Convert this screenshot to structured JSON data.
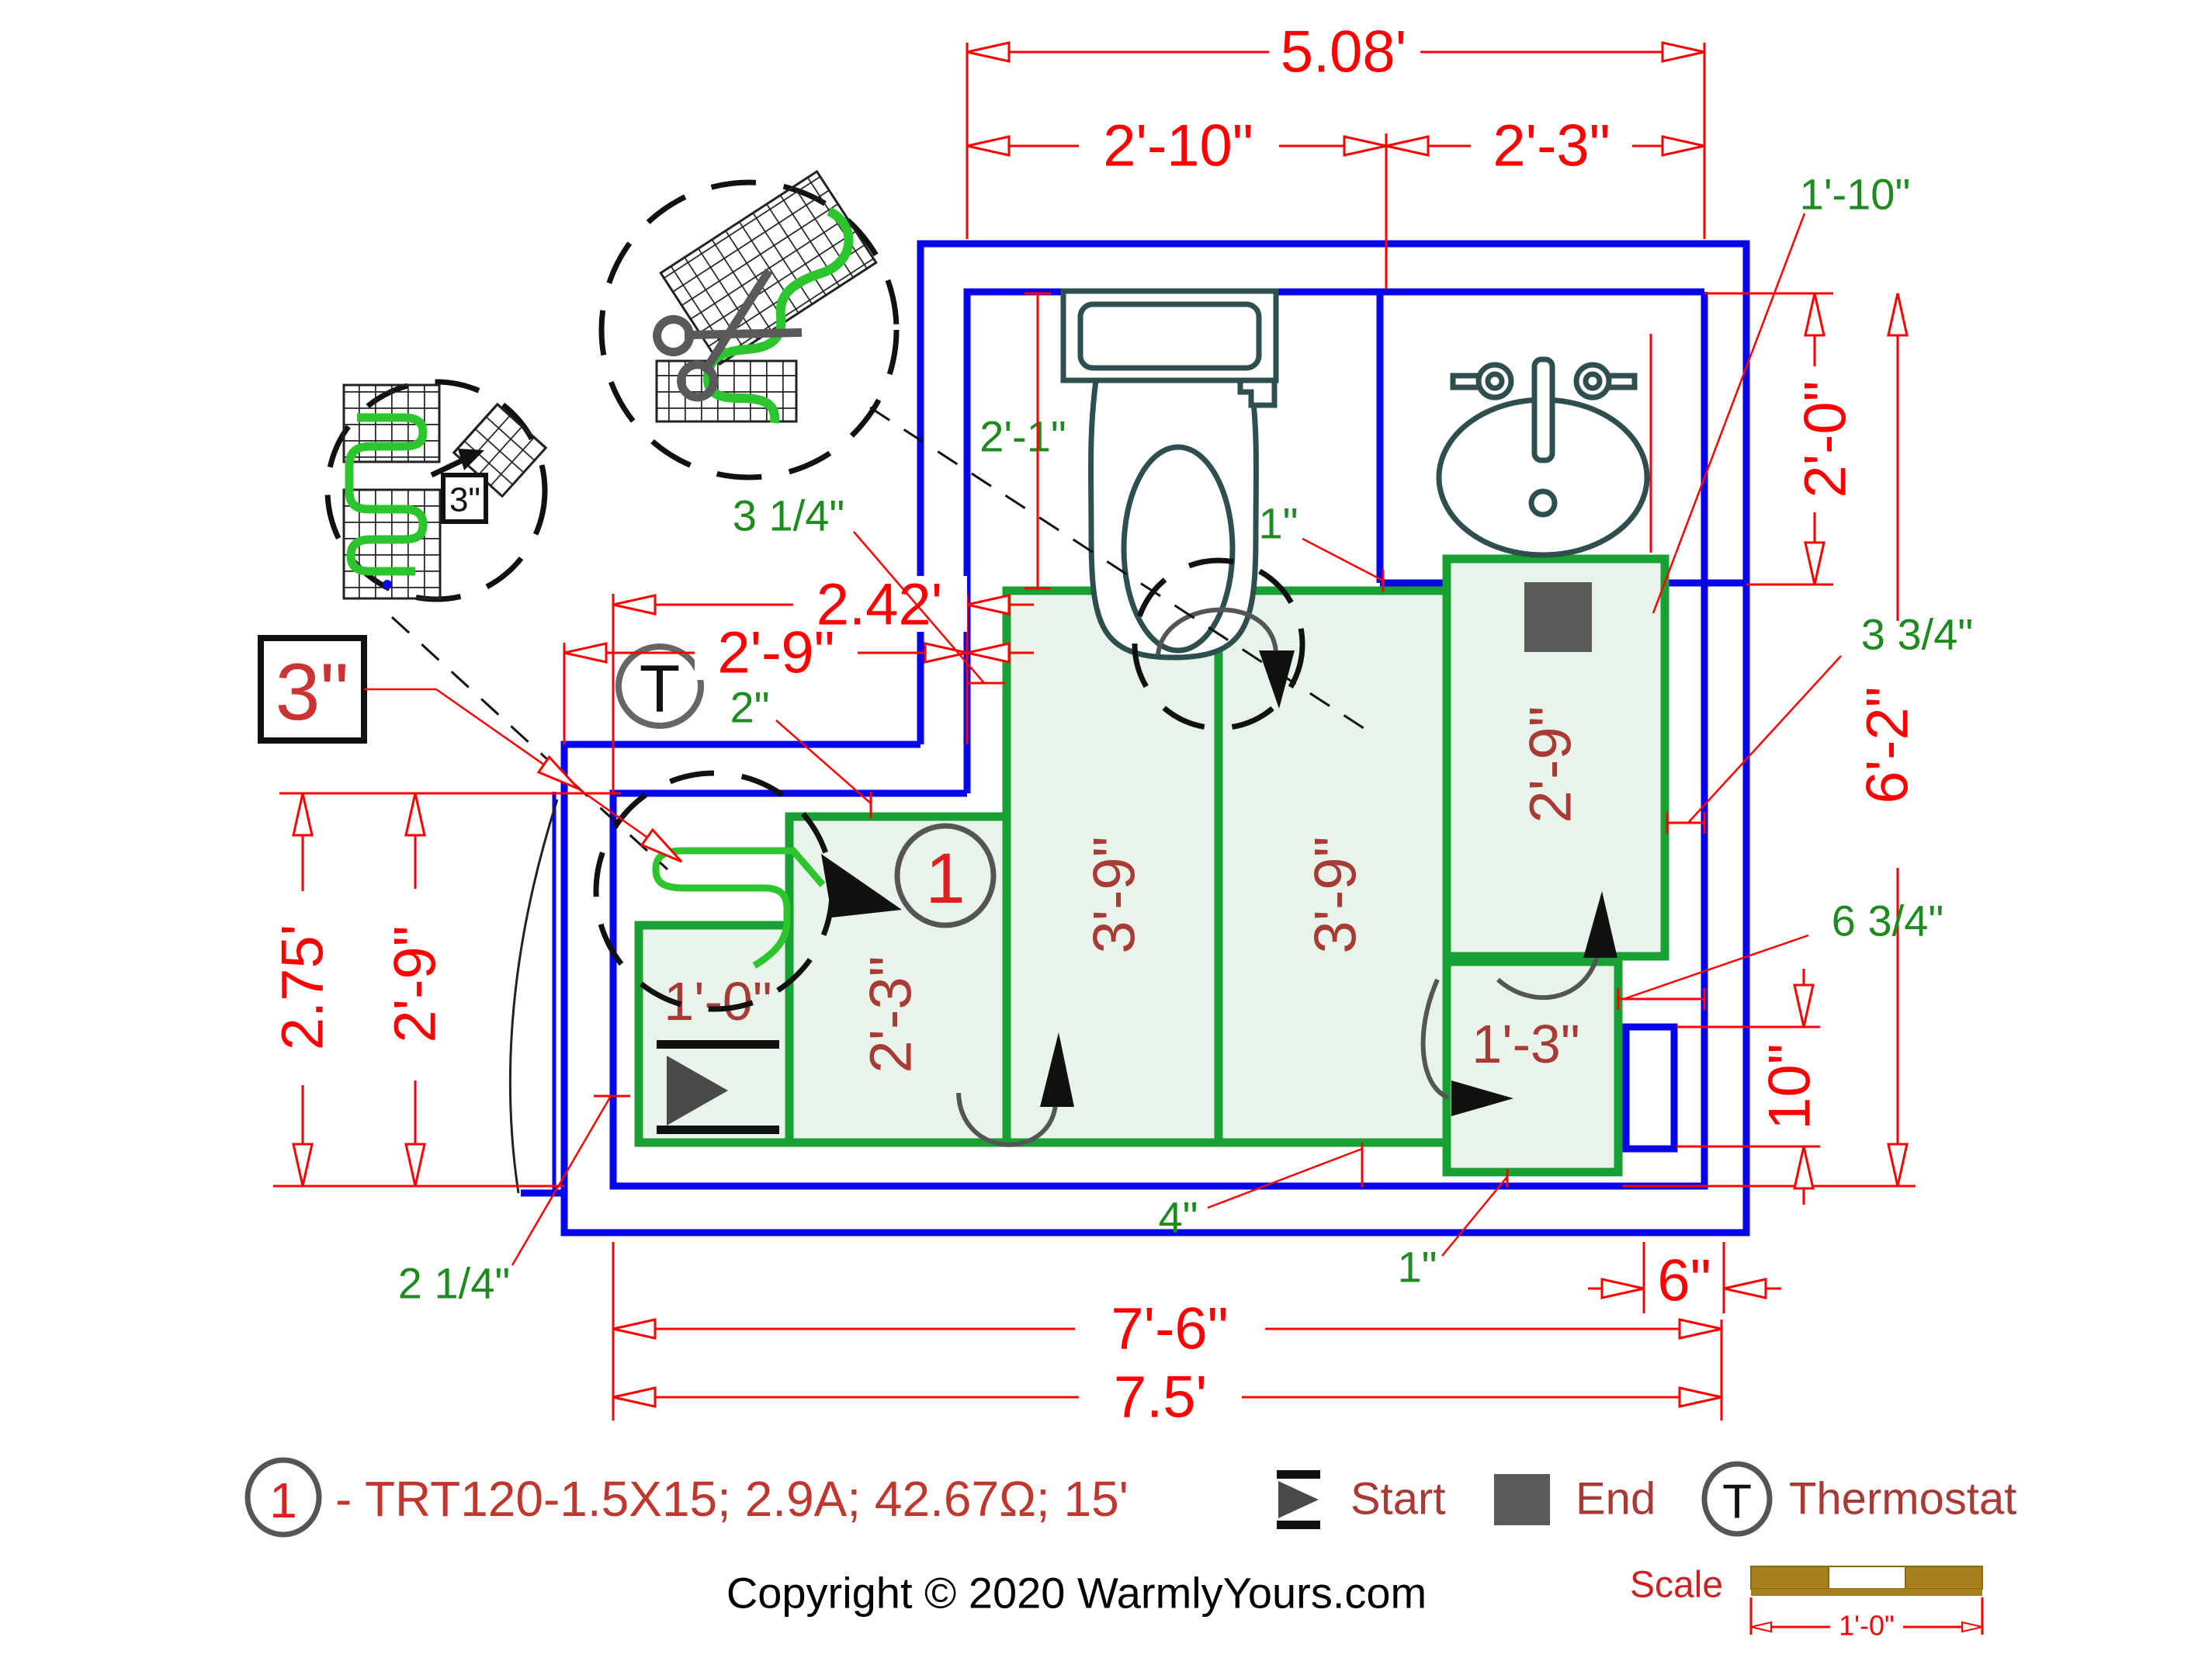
{
  "diagram": {
    "dims_red": {
      "top_overall": "5.08'",
      "top_left": "2'-10\"",
      "top_right": "2'-3\"",
      "right_upper": "2'-0\"",
      "right_overall": "6'-2\"",
      "niche_height": "10\"",
      "mid_width_ft": "2.42'",
      "mid_width": "2'-9\"",
      "left_height_ft": "2.75'",
      "left_height": "2'-9\"",
      "bottom_inner": "7'-6\"",
      "bottom_overall": "7.5'",
      "bottom_right_inset": "6\"",
      "spacing_box": "3\""
    },
    "dims_green": {
      "sink_mat_offset": "1'-10\"",
      "toilet_clearance": "2'-1\"",
      "step_gap": "3 1/4\"",
      "sink_gap": "1\"",
      "mat_top_gap": "2\"",
      "right_gap_upper": "3 3/4\"",
      "right_gap_lower": "6 3/4\"",
      "door_gap": "2 1/4\"",
      "bottom_gap": "4\"",
      "bottom_right_gap": "1\"",
      "detail_spacing": "3\""
    },
    "mats": {
      "number": "1",
      "a": "1'-0\"",
      "b": "2'-3\"",
      "c": "3'-9\"",
      "d": "3'-9\"",
      "e": "2'-9\"",
      "f": "1'-3\""
    },
    "thermostat_symbol": "T"
  },
  "legend": {
    "number": "1",
    "spec": "- TRT120-1.5X15; 2.9A; 42.67Ω; 15'",
    "start_label": "Start",
    "end_label": "End",
    "thermostat_symbol": "T",
    "thermostat_label": "Thermostat"
  },
  "footer": {
    "copyright": "Copyright © 2020 WarmlyYours.com",
    "scale_label": "Scale",
    "scale_value": "1'-0\""
  },
  "colors": {
    "wall": "#0606e8",
    "mat_stroke": "#18a035",
    "mat_fill": "#e8f4ea",
    "dimension": "#fe0000",
    "green_label": "#1e8b1e",
    "mat_label": "#a93b36",
    "cable": "#2dc52d",
    "fixture": "#2f4f4f",
    "scale_bar": "#a5801c"
  }
}
